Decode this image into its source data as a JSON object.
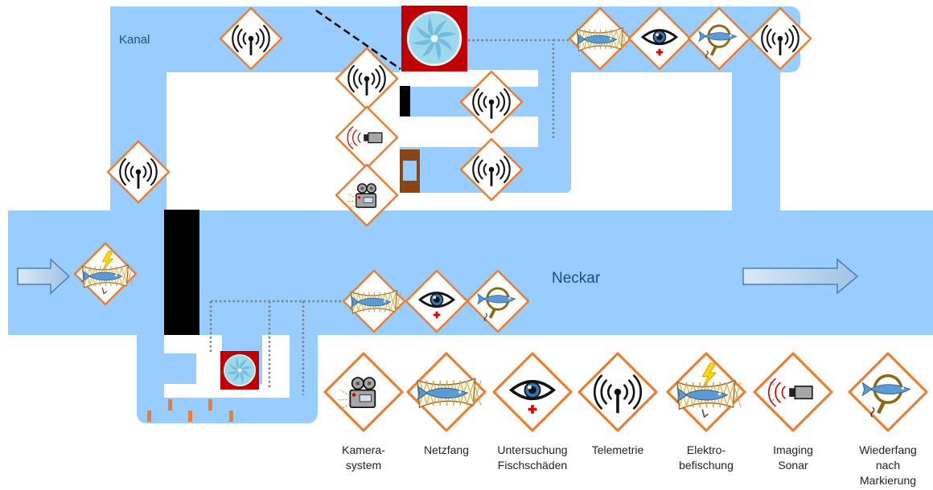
{
  "map": {
    "canal_label": "Kanal",
    "river_label": "Neckar"
  },
  "legend": [
    {
      "icon": "camera",
      "label": "Kamera-\nsystem"
    },
    {
      "icon": "net",
      "label": "Netzfang"
    },
    {
      "icon": "eye",
      "label": "Untersuchung\nFischschäden"
    },
    {
      "icon": "antenna",
      "label": "Telemetrie"
    },
    {
      "icon": "electrofish",
      "label": "Elektro-\nbefischung"
    },
    {
      "icon": "sonar",
      "label": "Imaging\nSonar"
    },
    {
      "icon": "recapture",
      "label": "Wiederfang\nnach\nMarkierung"
    }
  ],
  "colors": {
    "water": "#99ccff",
    "badge_border": "#ed7d31",
    "turbine_housing": "#c00000",
    "turbine_blade": "#9dd8ee",
    "gate": "#000000",
    "wood_gate": "#8b4513",
    "net_mesh": "#c9a24b",
    "fish": "#5b9bd5",
    "cross": "#e00000",
    "loop": "#8b6914",
    "arrow_fill": "#bdd7ee",
    "arrow_stroke": "#4a7eb5"
  }
}
